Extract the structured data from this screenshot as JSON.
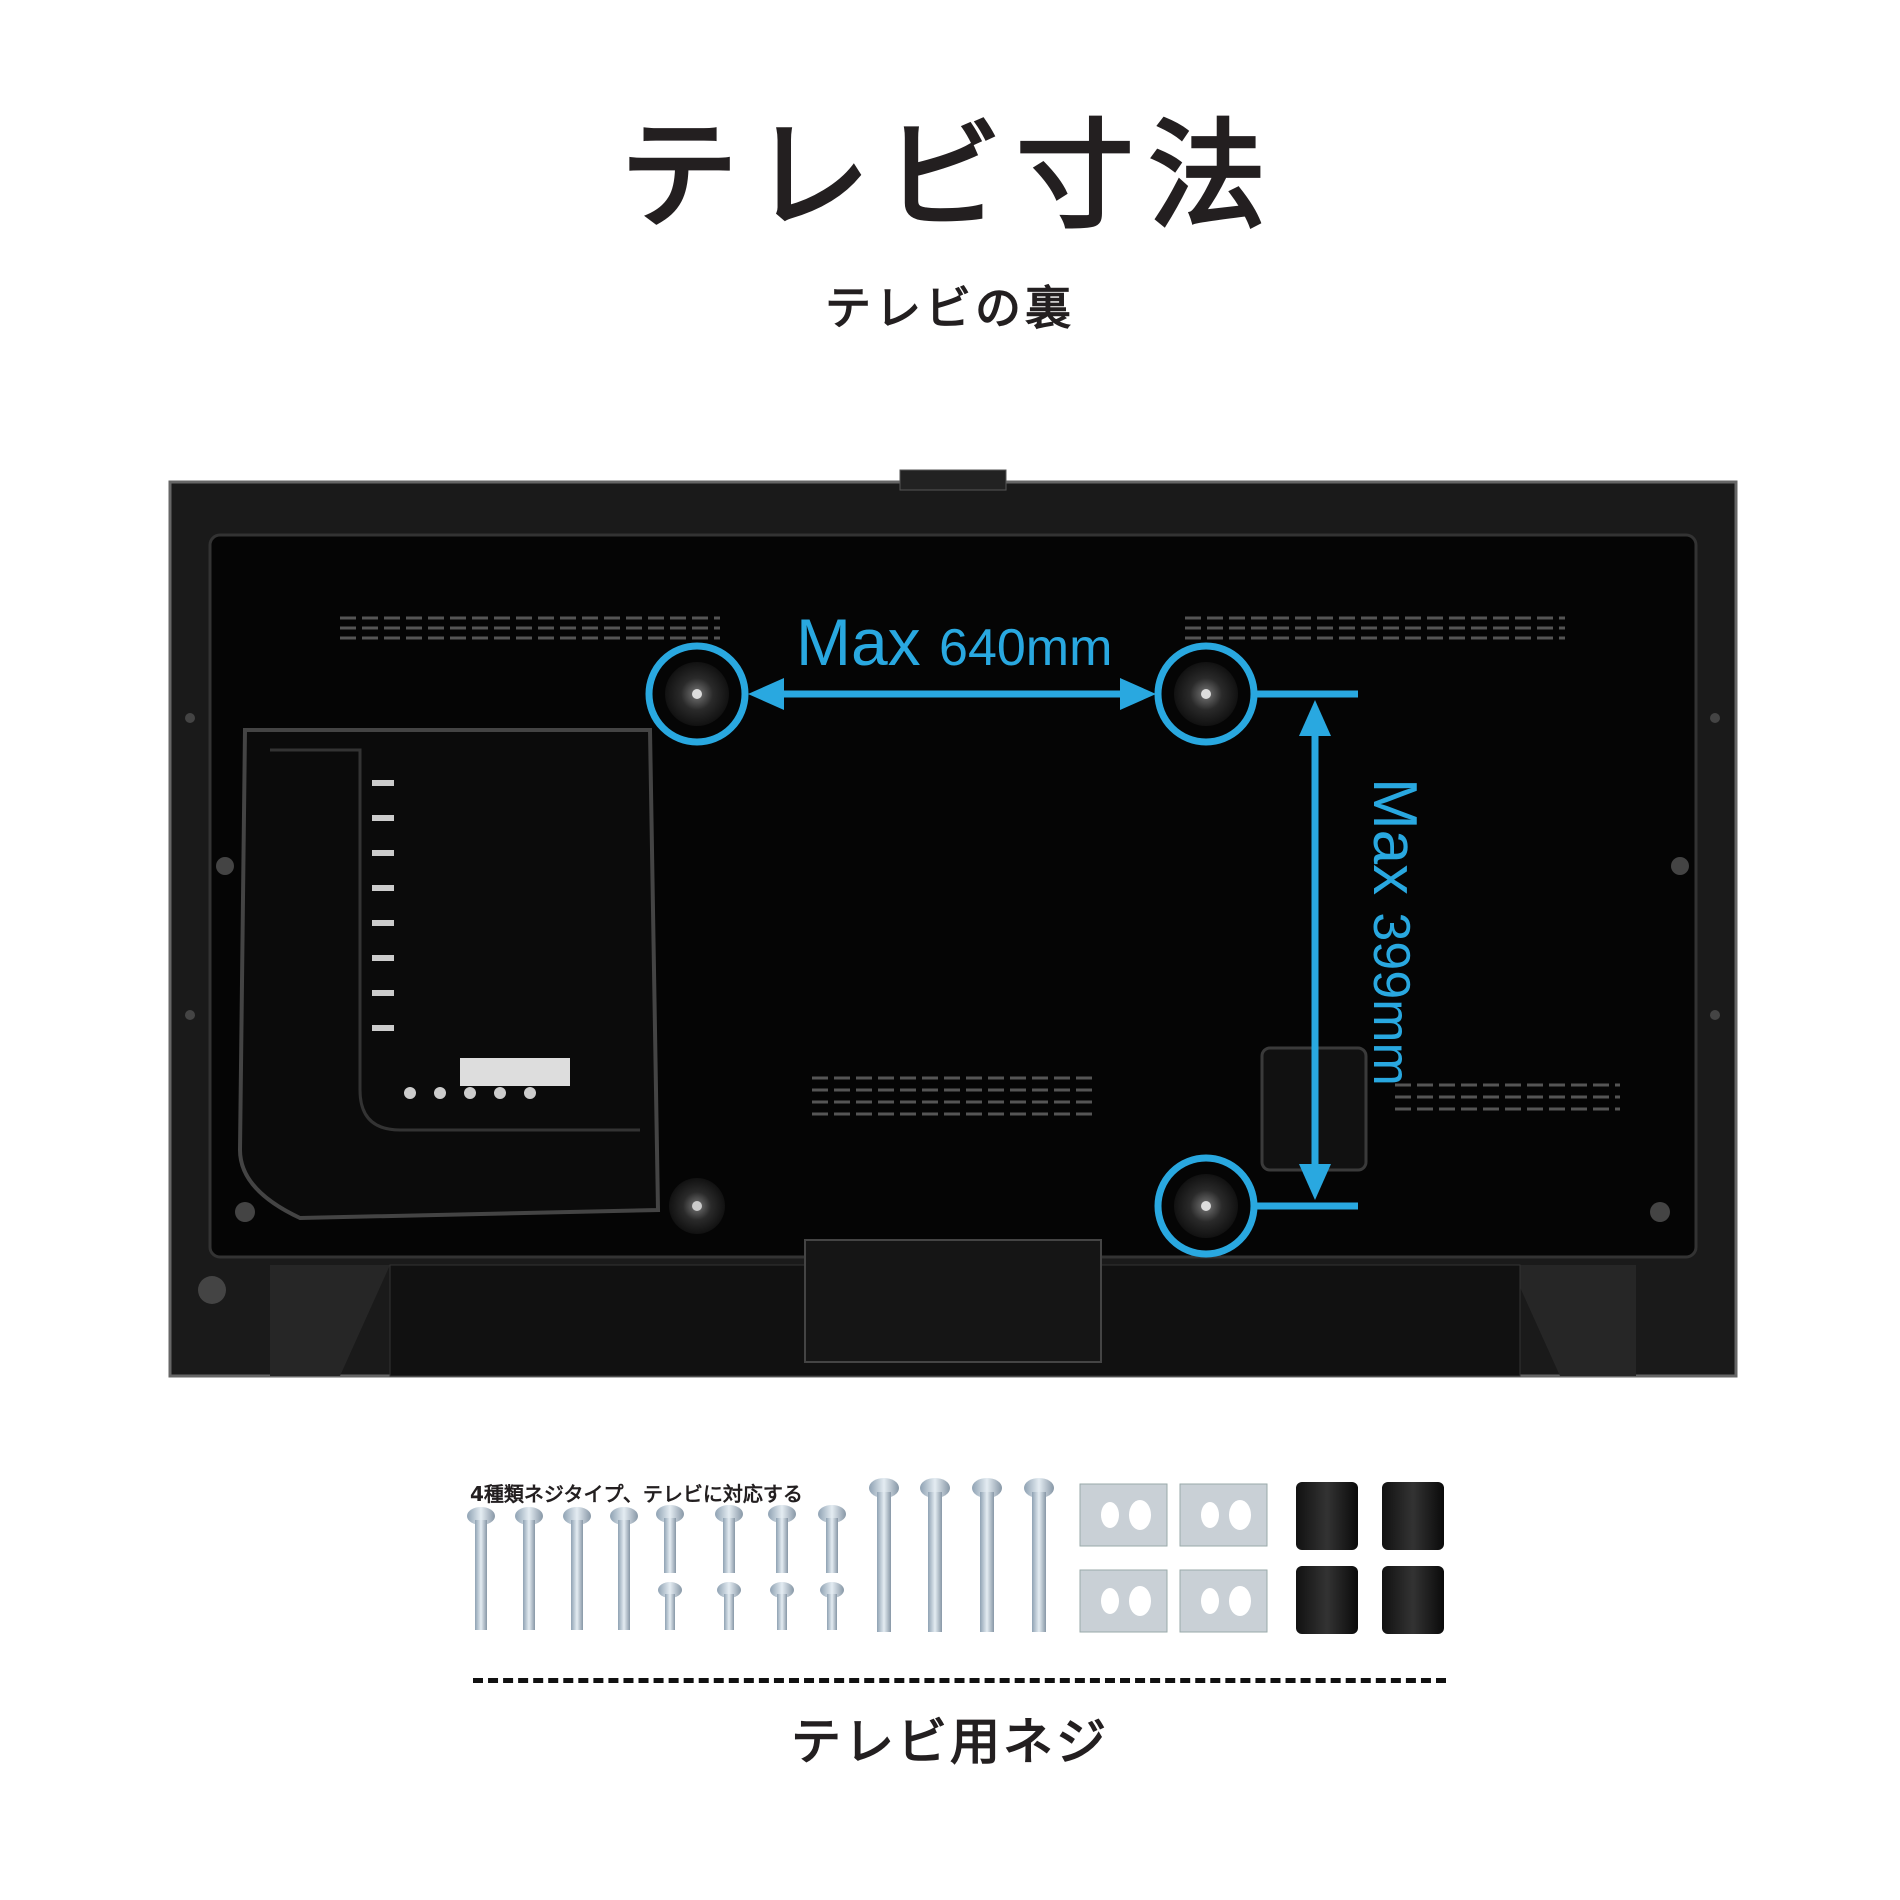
{
  "header": {
    "title": "テレビ寸法",
    "subtitle": "テレビの裏"
  },
  "dimensions": {
    "horizontal": {
      "prefix": "Max",
      "value": "640mm"
    },
    "vertical": {
      "prefix": "Max",
      "value": "399mm"
    },
    "accent_color": "#29a8e0"
  },
  "parts": {
    "caption": "4種類ネジタイプ、テレビに対応する",
    "label": "テレビ用ネジ"
  }
}
